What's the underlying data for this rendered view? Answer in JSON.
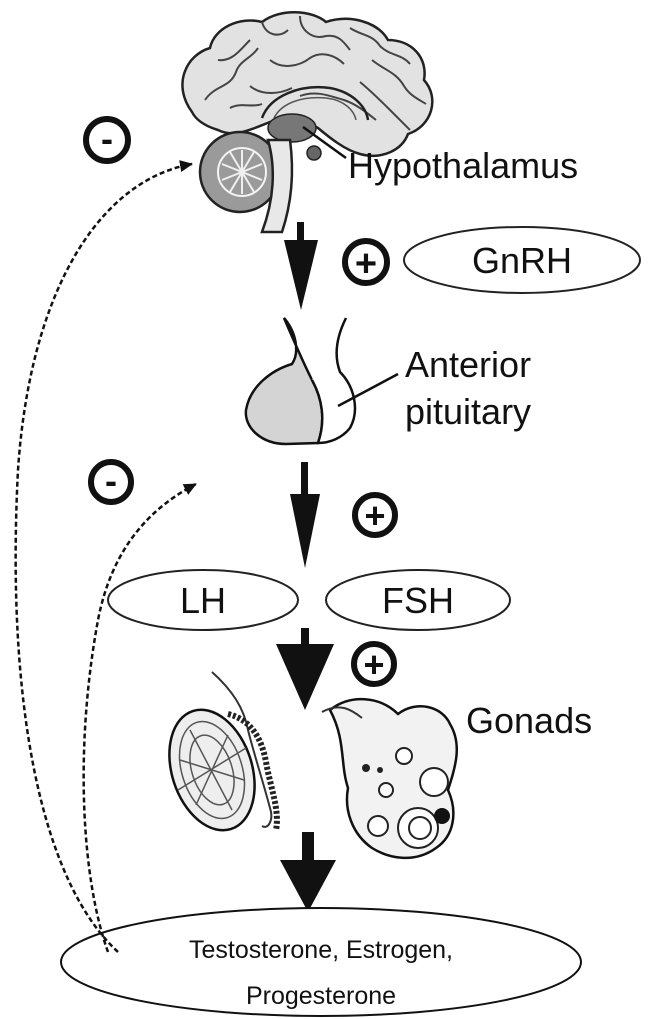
{
  "labels": {
    "hypothalamus": "Hypothalamus",
    "gnrh": "GnRH",
    "anterior_pituitary_line1": "Anterior",
    "anterior_pituitary_line2": "pituitary",
    "lh": "LH",
    "fsh": "FSH",
    "gonads": "Gonads",
    "steroids_line1": "Testosterone, Estrogen,",
    "steroids_line2": "Progesterone"
  },
  "signs": {
    "negative": "-",
    "positive": "+"
  },
  "colors": {
    "ink": "#111111",
    "organ_fill": "#d4d4d4",
    "brain_fill": "#e2e2e2",
    "cerebellum_fill": "#9a9a9a"
  }
}
